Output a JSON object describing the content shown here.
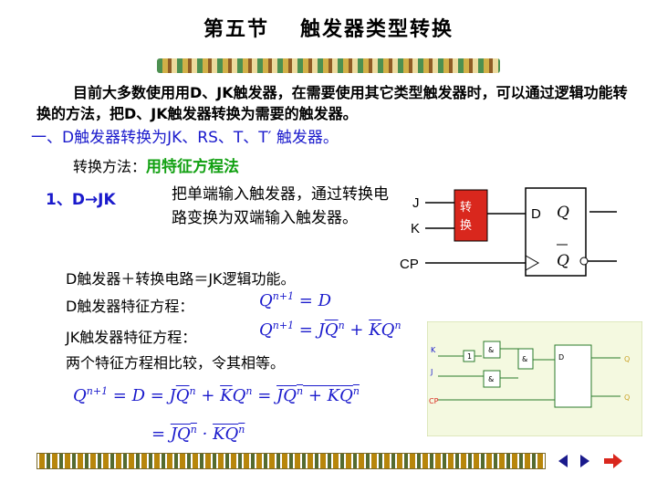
{
  "title": {
    "part1": "第五节",
    "part2": "触发器类型转换"
  },
  "intro": "目前大多数使用用D、JK触发器，在需要使用其它类型触发器时，可以通过逻辑功能转换的方法，把D、JK触发器转换为需要的触发器。",
  "heading": "一、D触发器转换为JK、RS、T、T′ 触发器。",
  "method": {
    "label": "转换方法：",
    "value": "用特征方程法"
  },
  "section": "1、D→JK",
  "description": "把单端输入触发器，通过转换电路变换为双端输入触发器。",
  "lines": {
    "l1": "D触发器＋转换电路＝JK逻辑功能。",
    "l2": "D触发器特征方程：",
    "l3": "JK触发器特征方程：",
    "l4": "两个特征方程相比较，令其相等。"
  },
  "diagram": {
    "input_j": "J",
    "input_k": "K",
    "input_cp": "CP",
    "convert_box": "转换",
    "d_label": "D",
    "q_label": "Q",
    "qbar_label": "Q"
  },
  "circuit": {
    "k": "K",
    "j": "J",
    "cp": "CP",
    "d": "D",
    "and": "&",
    "one": "1",
    "q": "Q",
    "qbar": "Q"
  },
  "colors": {
    "accent": "#1a1acc",
    "green": "#11a011",
    "box": "#d9271d"
  }
}
